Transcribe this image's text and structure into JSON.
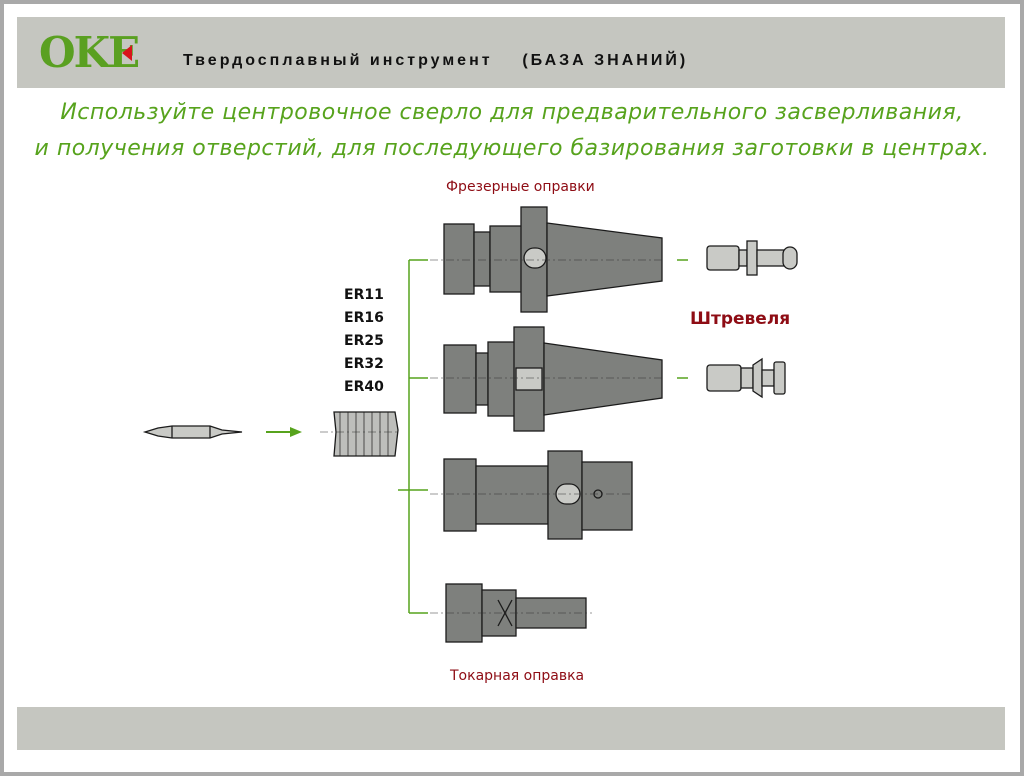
{
  "header": {
    "logo_text": "OKE",
    "title": "Твердосплавный инструмент    (БАЗА ЗНАНИЙ)"
  },
  "subtitle": {
    "line1": "Используйте центровочное сверло для предварительного засверливания,",
    "line2": "и получения отверстий, для последующего базирования заготовки в центрах."
  },
  "diagram": {
    "milling_label": "Фрезерные оправки",
    "pull_stud_label": "Штревеля",
    "lathe_label": "Токарная оправка",
    "collet_sizes": [
      "ER11",
      "ER16",
      "ER25",
      "ER32",
      "ER40"
    ]
  },
  "colors": {
    "accent_green": "#57a31d",
    "label_red": "#8e0c14",
    "tool_gray": "#7e807d"
  }
}
